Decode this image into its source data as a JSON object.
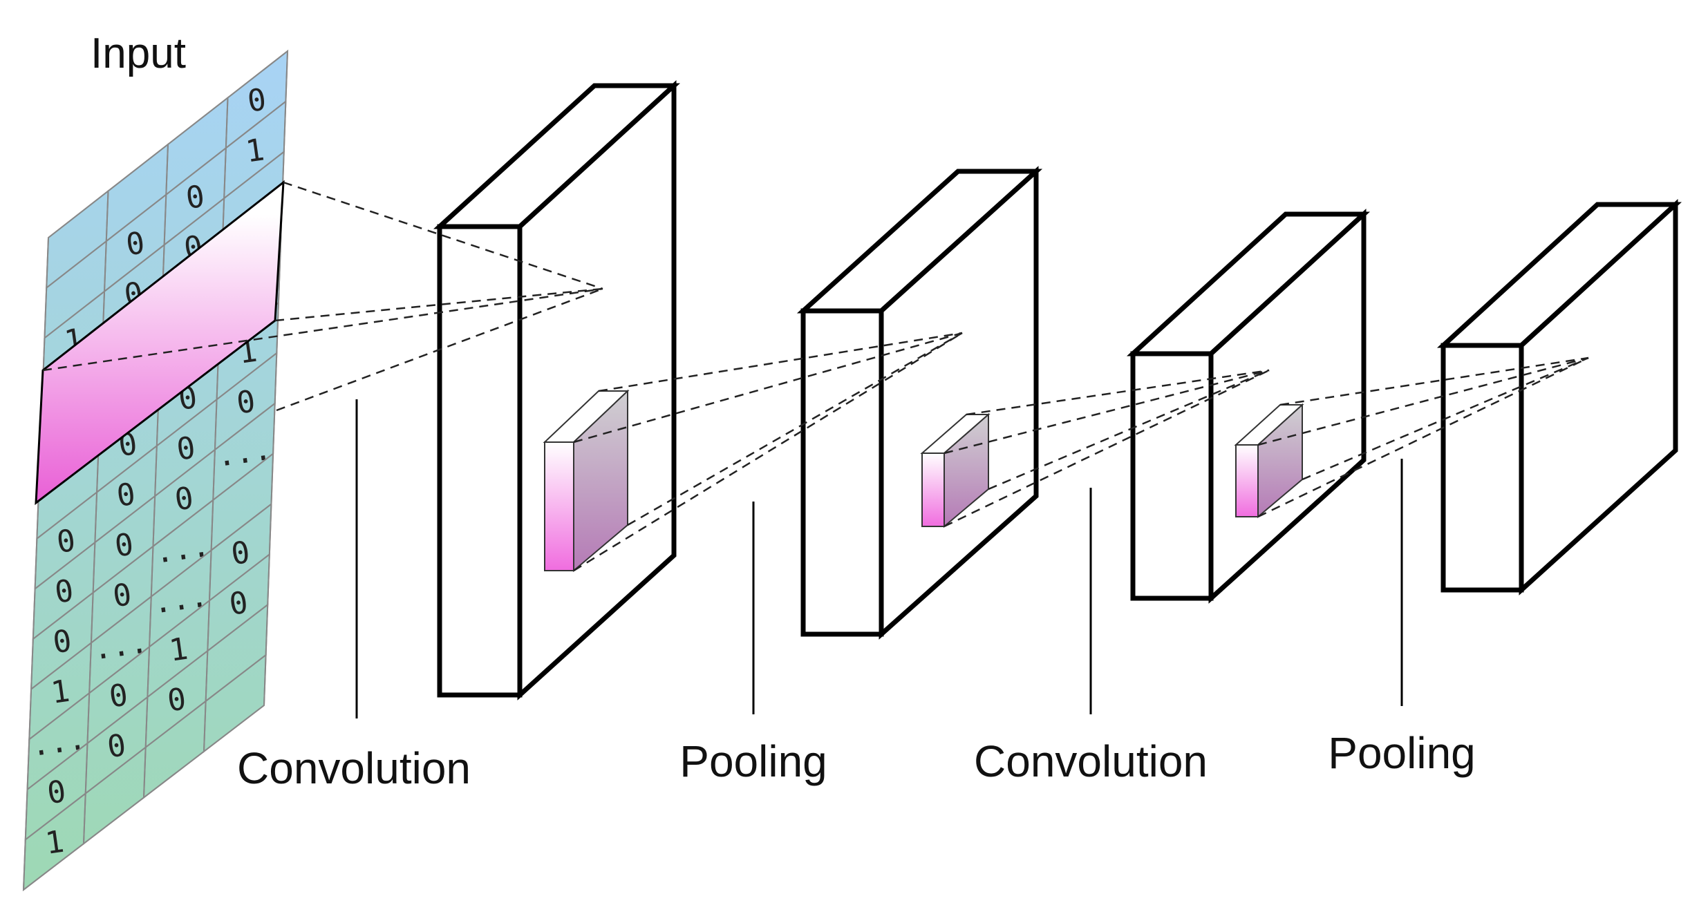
{
  "labels": {
    "input": "Input",
    "stage_1": "Convolution",
    "stage_2": "Pooling",
    "stage_3": "Convolution",
    "stage_4": "Pooling"
  },
  "input_grid": {
    "rows": [
      [
        "",
        "",
        "",
        "0"
      ],
      [
        "",
        "0",
        "0",
        "1"
      ],
      [
        "1",
        "0",
        "0",
        ""
      ],
      [
        "0",
        "",
        "",
        ""
      ],
      [
        "",
        "",
        "",
        "1"
      ],
      [
        "",
        "0",
        "0",
        "1"
      ],
      [
        "0",
        "0",
        "0",
        "0"
      ],
      [
        "0",
        "0",
        "0",
        "..."
      ],
      [
        "0",
        "0",
        "...",
        ""
      ],
      [
        "1",
        "...",
        "...",
        "0"
      ],
      [
        "...",
        "0",
        "1",
        "0"
      ],
      [
        "0",
        "0",
        "0",
        ""
      ],
      [
        "1",
        "",
        "",
        ""
      ]
    ]
  },
  "colors": {
    "cell_top": "#a8d3f5",
    "cell_bottom": "#9ed8b4",
    "grid_line": "#888888",
    "kernel_light": "#ffffff",
    "kernel_magenta": "#e95fd6",
    "block_stroke": "#000000",
    "dash": "#222222"
  }
}
